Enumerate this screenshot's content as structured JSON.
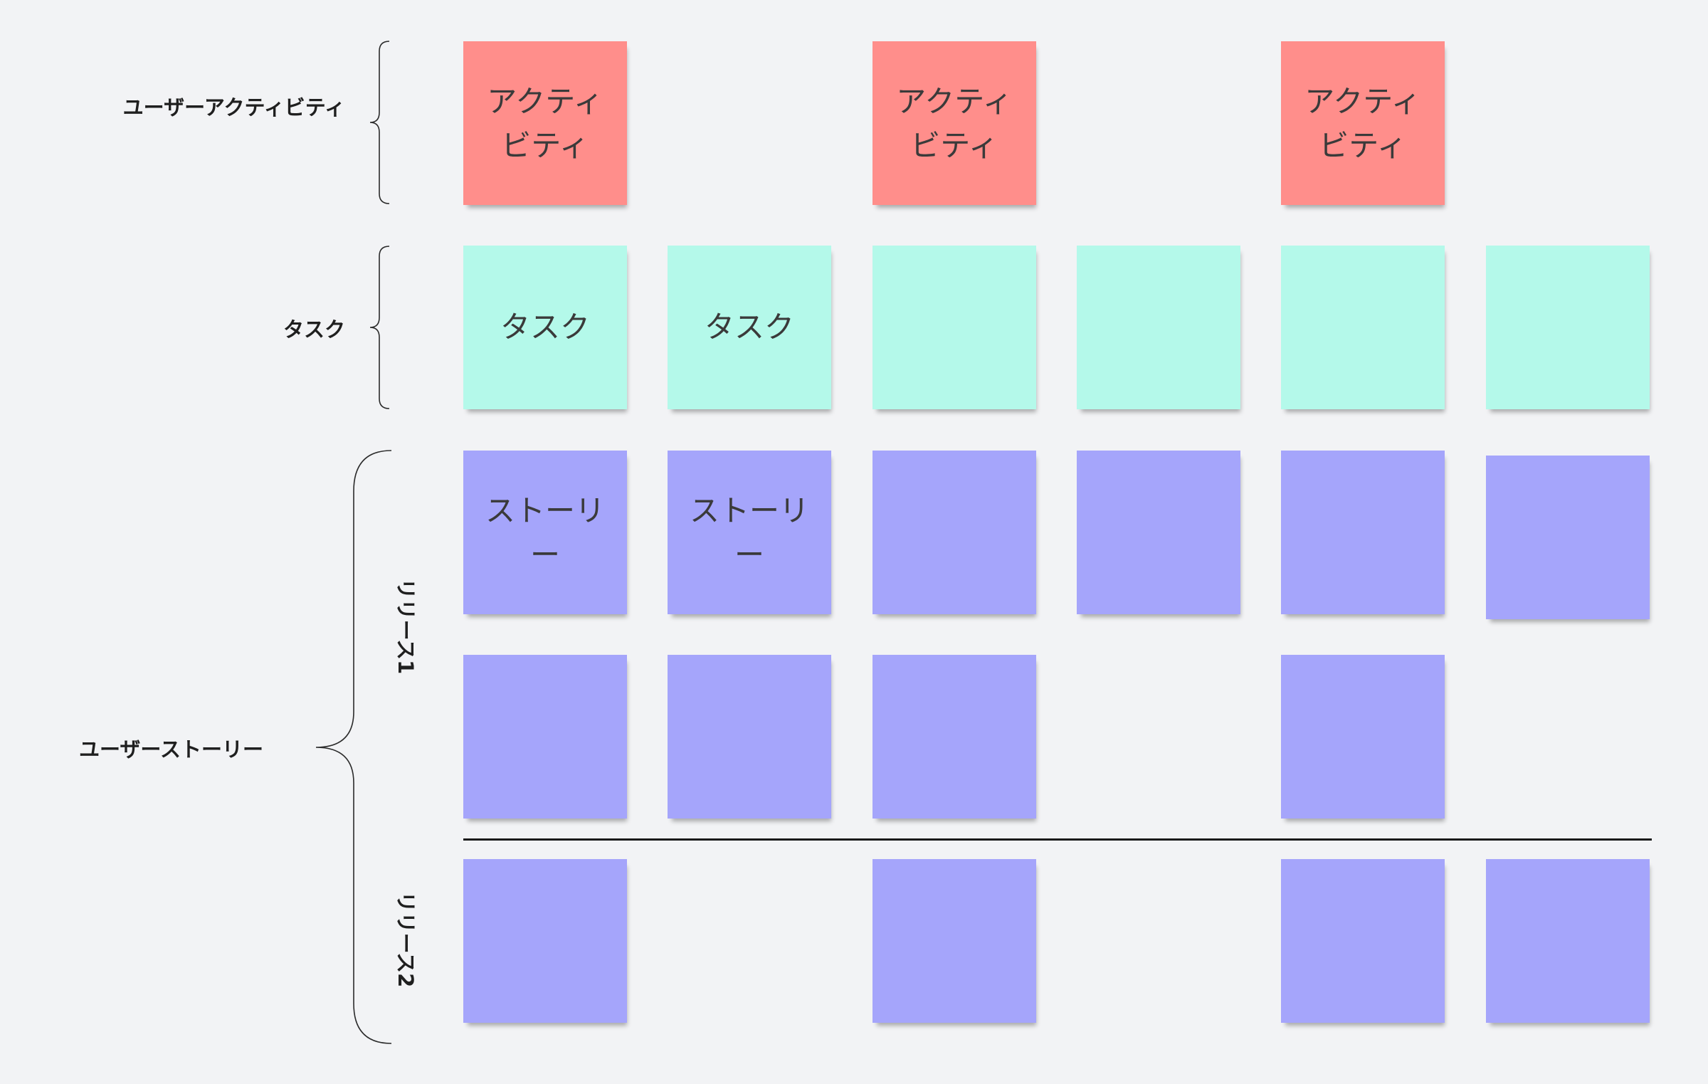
{
  "labels": {
    "activity": "ユーザーアクティビティ",
    "task": "タスク",
    "story": "ユーザーストーリー",
    "release1": "リリース1",
    "release2": "リリース2"
  },
  "notes": {
    "activity": [
      "アクティビティ",
      "アクティビティ",
      "アクティビティ"
    ],
    "task": [
      "タスク",
      "タスク",
      "",
      "",
      "",
      ""
    ],
    "story_row1": [
      "ストーリー",
      "ストーリー",
      "",
      "",
      "",
      ""
    ],
    "story_row2": [
      "",
      "",
      "",
      ""
    ],
    "story_row3": [
      "",
      "",
      "",
      ""
    ]
  },
  "colors": {
    "activity": "#ff8e8b",
    "task": "#b4f9ea",
    "story": "#a5a5fb",
    "background": "#f2f3f5"
  }
}
